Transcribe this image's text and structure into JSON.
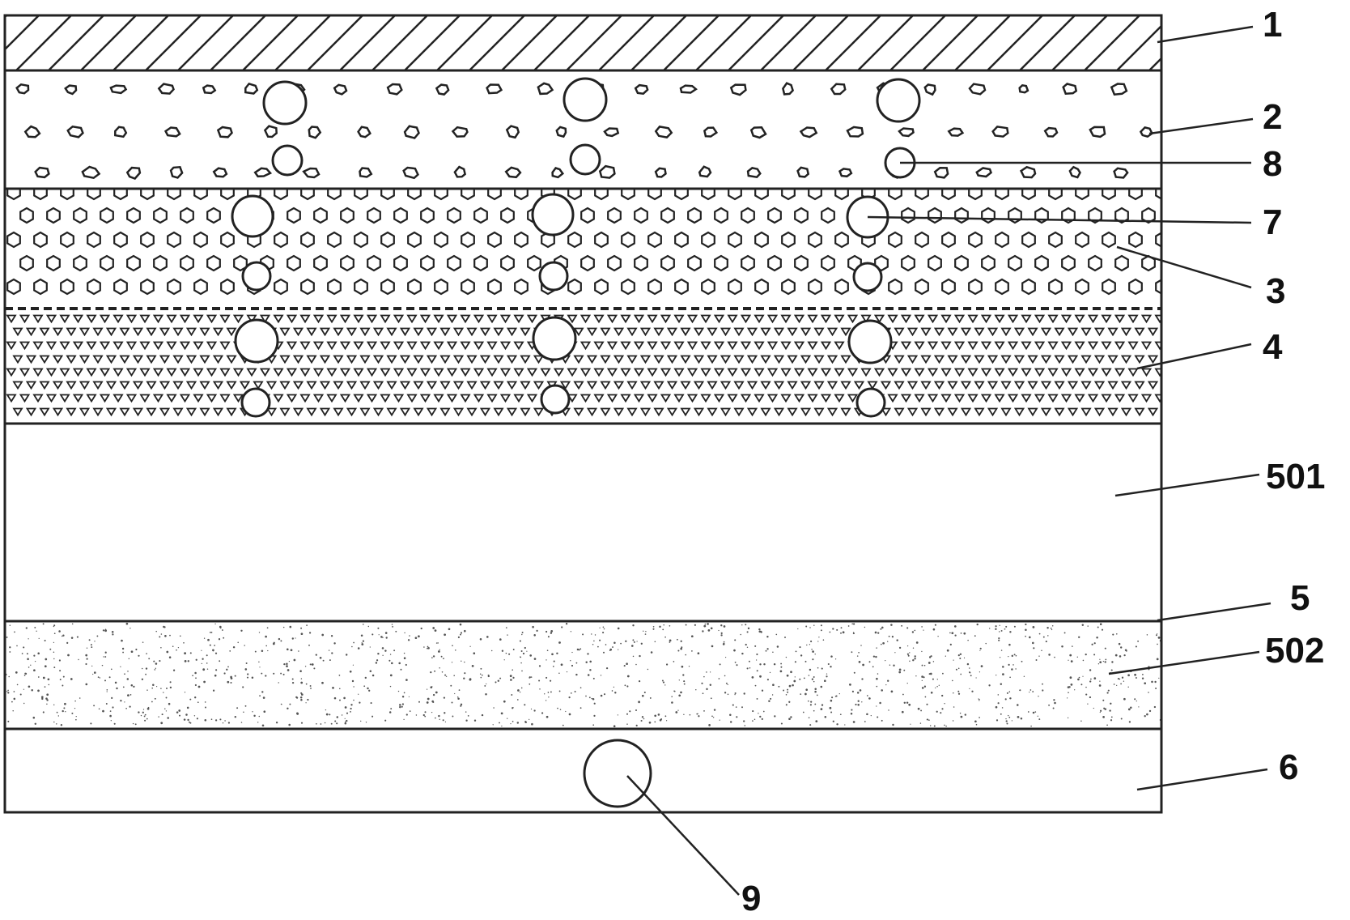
{
  "diagram": {
    "type": "layered cross-section",
    "line_color": "#222222",
    "background": "#ffffff",
    "layers": [
      {
        "id": "1",
        "pattern": "diagonal-hatch"
      },
      {
        "id": "2",
        "pattern": "irregular-pebbles"
      },
      {
        "id": "3",
        "pattern": "hexagons"
      },
      {
        "id": "4",
        "pattern": "small-triangles"
      },
      {
        "id": "501",
        "pattern": "blank"
      },
      {
        "id": "502",
        "pattern": "fine-speckle"
      },
      {
        "id": "6",
        "pattern": "blank"
      }
    ],
    "callouts": [
      {
        "label": "1"
      },
      {
        "label": "2"
      },
      {
        "label": "8"
      },
      {
        "label": "7"
      },
      {
        "label": "3"
      },
      {
        "label": "4"
      },
      {
        "label": "501"
      },
      {
        "label": "5"
      },
      {
        "label": "502"
      },
      {
        "label": "6"
      },
      {
        "label": "9"
      }
    ]
  }
}
